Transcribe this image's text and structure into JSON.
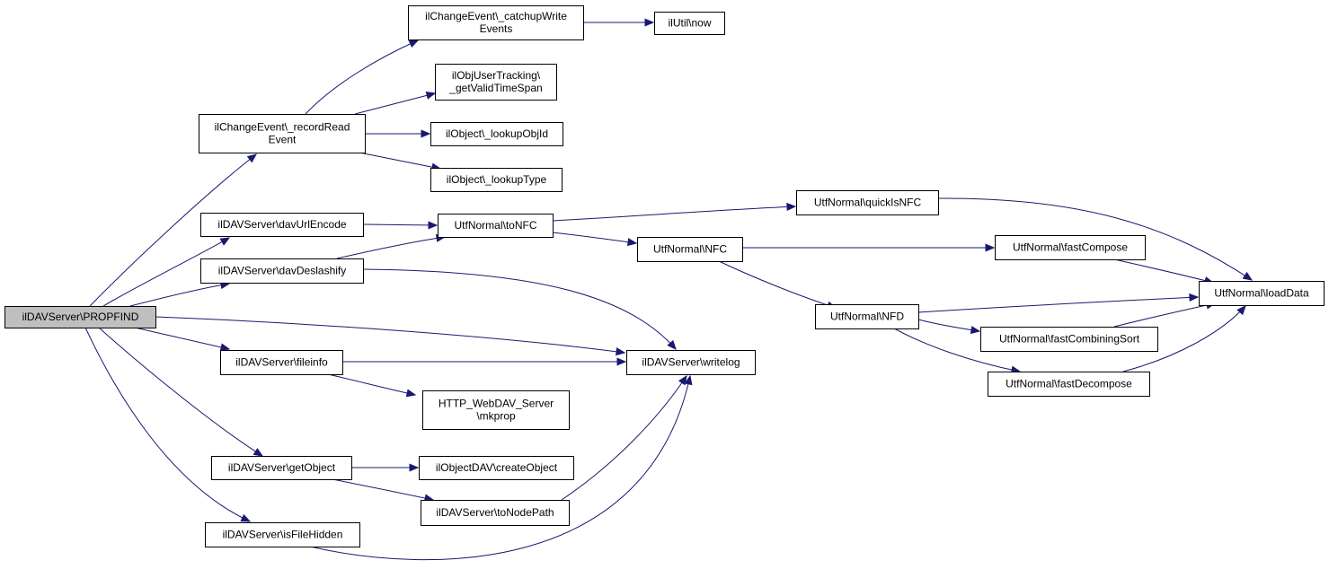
{
  "nodes": [
    {
      "id": "propfind",
      "lines": [
        "ilDAVServer\\PROPFIND"
      ],
      "root": true
    },
    {
      "id": "recordRead",
      "lines": [
        "ilChangeEvent\\_recordRead",
        "Event"
      ]
    },
    {
      "id": "catchupWrite",
      "lines": [
        "ilChangeEvent\\_catchupWrite",
        "Events"
      ]
    },
    {
      "id": "utilNow",
      "lines": [
        "ilUtil\\now"
      ]
    },
    {
      "id": "validTimeSpan",
      "lines": [
        "ilObjUserTracking\\",
        "_getValidTimeSpan"
      ]
    },
    {
      "id": "lookupObjId",
      "lines": [
        "ilObject\\_lookupObjId"
      ]
    },
    {
      "id": "lookupType",
      "lines": [
        "ilObject\\_lookupType"
      ]
    },
    {
      "id": "davUrlEncode",
      "lines": [
        "ilDAVServer\\davUrlEncode"
      ]
    },
    {
      "id": "davDeslashify",
      "lines": [
        "ilDAVServer\\davDeslashify"
      ]
    },
    {
      "id": "toNFC",
      "lines": [
        "UtfNormal\\toNFC"
      ]
    },
    {
      "id": "quickIsNFC",
      "lines": [
        "UtfNormal\\quickIsNFC"
      ]
    },
    {
      "id": "nfc",
      "lines": [
        "UtfNormal\\NFC"
      ]
    },
    {
      "id": "fastCompose",
      "lines": [
        "UtfNormal\\fastCompose"
      ]
    },
    {
      "id": "loadData",
      "lines": [
        "UtfNormal\\loadData"
      ]
    },
    {
      "id": "nfd",
      "lines": [
        "UtfNormal\\NFD"
      ]
    },
    {
      "id": "fastCombiningSort",
      "lines": [
        "UtfNormal\\fastCombiningSort"
      ]
    },
    {
      "id": "fastDecompose",
      "lines": [
        "UtfNormal\\fastDecompose"
      ]
    },
    {
      "id": "writelog",
      "lines": [
        "ilDAVServer\\writelog"
      ]
    },
    {
      "id": "fileinfo",
      "lines": [
        "ilDAVServer\\fileinfo"
      ]
    },
    {
      "id": "mkprop",
      "lines": [
        "HTTP_WebDAV_Server",
        "\\mkprop"
      ]
    },
    {
      "id": "getObject",
      "lines": [
        "ilDAVServer\\getObject"
      ]
    },
    {
      "id": "createObject",
      "lines": [
        "ilObjectDAV\\createObject"
      ]
    },
    {
      "id": "toNodePath",
      "lines": [
        "ilDAVServer\\toNodePath"
      ]
    },
    {
      "id": "isFileHidden",
      "lines": [
        "ilDAVServer\\isFileHidden"
      ]
    }
  ],
  "edges": [
    [
      "propfind",
      "recordRead"
    ],
    [
      "propfind",
      "davUrlEncode"
    ],
    [
      "propfind",
      "davDeslashify"
    ],
    [
      "propfind",
      "writelog"
    ],
    [
      "propfind",
      "fileinfo"
    ],
    [
      "propfind",
      "getObject"
    ],
    [
      "propfind",
      "isFileHidden"
    ],
    [
      "recordRead",
      "catchupWrite"
    ],
    [
      "recordRead",
      "validTimeSpan"
    ],
    [
      "recordRead",
      "lookupObjId"
    ],
    [
      "recordRead",
      "lookupType"
    ],
    [
      "catchupWrite",
      "utilNow"
    ],
    [
      "davUrlEncode",
      "toNFC"
    ],
    [
      "davDeslashify",
      "toNFC"
    ],
    [
      "davDeslashify",
      "writelog"
    ],
    [
      "toNFC",
      "quickIsNFC"
    ],
    [
      "toNFC",
      "nfc"
    ],
    [
      "quickIsNFC",
      "loadData"
    ],
    [
      "nfc",
      "fastCompose"
    ],
    [
      "nfc",
      "nfd"
    ],
    [
      "fastCompose",
      "loadData"
    ],
    [
      "nfd",
      "loadData"
    ],
    [
      "nfd",
      "fastCombiningSort"
    ],
    [
      "nfd",
      "fastDecompose"
    ],
    [
      "fastCombiningSort",
      "loadData"
    ],
    [
      "fastDecompose",
      "loadData"
    ],
    [
      "fileinfo",
      "writelog"
    ],
    [
      "fileinfo",
      "mkprop"
    ],
    [
      "getObject",
      "createObject"
    ],
    [
      "getObject",
      "toNodePath"
    ],
    [
      "toNodePath",
      "writelog"
    ],
    [
      "isFileHidden",
      "writelog"
    ]
  ],
  "colors": {
    "edge": "#191970",
    "root_fill": "#bfbfbf",
    "node_fill": "#ffffff",
    "node_border": "#000000"
  }
}
